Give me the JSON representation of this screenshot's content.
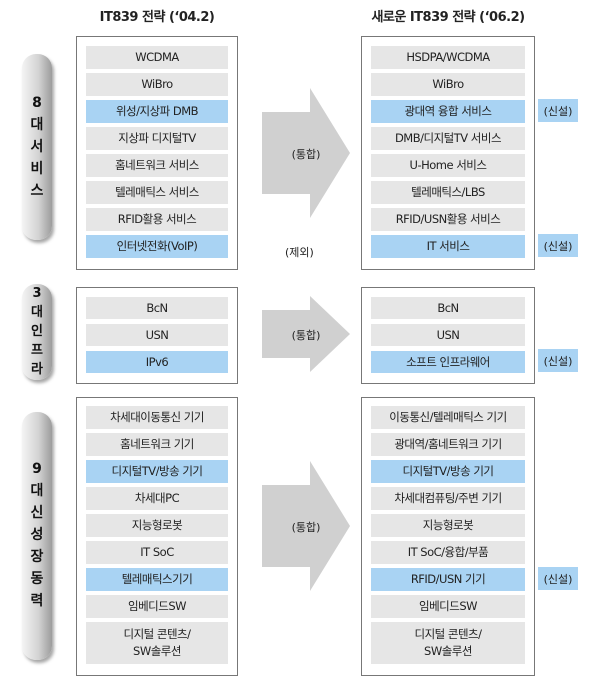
{
  "headers": {
    "left": "IT839 전략 (‘04.2)",
    "right": "새로운 IT839 전략 (‘06.2)"
  },
  "categories": [
    {
      "chars": [
        "8",
        "대",
        "서",
        "비",
        "스"
      ]
    },
    {
      "chars": [
        "3",
        "대",
        "인",
        "프",
        "라"
      ]
    },
    {
      "chars": [
        "9",
        "대",
        "신",
        "성",
        "장",
        "동",
        "력"
      ]
    }
  ],
  "sections": [
    {
      "left": [
        "WCDMA",
        "WiBro",
        "위성/지상파 DMB",
        "지상파 디지털TV",
        "홈네트워크 서비스",
        "텔레매틱스 서비스",
        "RFID활용 서비스",
        "인터넷전화(VoIP)"
      ],
      "right": [
        "HSDPA/WCDMA",
        "WiBro",
        "광대역 융합 서비스",
        "DMB/디지털TV 서비스",
        "U-Home 서비스",
        "텔레매틱스/LBS",
        "RFID/USN활용 서비스",
        "IT 서비스"
      ],
      "arrow_label": "(통합)",
      "extra_label": "(제외)"
    },
    {
      "left": [
        "BcN",
        "USN",
        "IPv6"
      ],
      "right": [
        "BcN",
        "USN",
        "소프트 인프라웨어"
      ],
      "arrow_label": "(통합)"
    },
    {
      "left": [
        "차세대이동통신 기기",
        "홈네트워크 기기",
        "디지털TV/방송 기기",
        "차세대PC",
        "지능형로봇",
        "IT SoC",
        "텔레매틱스기기",
        "임베디드SW",
        "디지털 콘텐츠/\nSW솔루션"
      ],
      "right": [
        "이동통신/텔레매틱스 기기",
        "광대역/홈네트워크 기기",
        "디지털TV/방송 기기",
        "차세대컴퓨팅/주변 기기",
        "지능형로봇",
        "IT SoC/융합/부품",
        "RFID/USN  기기",
        "임베디드SW",
        "디지털 콘텐츠/\nSW솔루션"
      ],
      "arrow_label": "(통합)"
    }
  ],
  "badge_label": "(신설)",
  "colors": {
    "highlight": "#a9d3f3",
    "item": "#e6e6e6",
    "arrow": "#d0d0d0"
  }
}
